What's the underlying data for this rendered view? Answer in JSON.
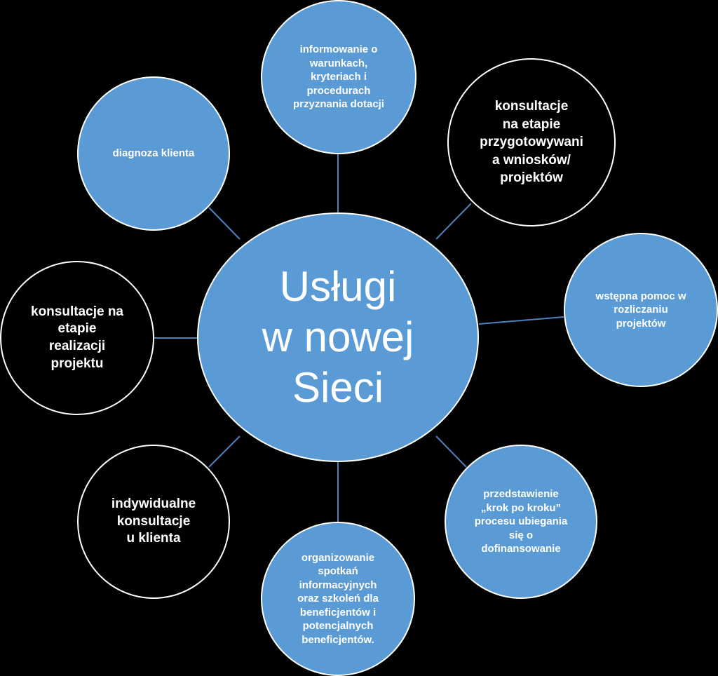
{
  "colors": {
    "background": "#000000",
    "node_blue": "#5b9bd5",
    "node_dark": "#000000",
    "outline": "#ffffff",
    "connector": "#4f81bd"
  },
  "hub": {
    "label": "Usługi\nw nowej\nSieci"
  },
  "nodes": [
    {
      "id": "informowanie",
      "style": "blue",
      "label": "informowanie o\nwarunkach,\nkryteriach i\nprocedurach\nprzyznania dotacji"
    },
    {
      "id": "konsultacje-przygotowanie",
      "style": "dark",
      "label": "konsultacje\nna etapie\nprzygotowywani\na wniosków/\nprojektów"
    },
    {
      "id": "wstepna-pomoc",
      "style": "blue",
      "label": "wstępna pomoc w\nrozliczaniu\nprojektów"
    },
    {
      "id": "krok-po-kroku",
      "style": "blue",
      "label": "przedstawienie\n„krok po kroku”\nprocesu ubiegania\nsię o\ndofinansowanie"
    },
    {
      "id": "organizowanie-spotkan",
      "style": "blue",
      "label": "organizowanie\nspotkań\ninformacyjnych\noraz szkoleń dla\nbeneficjentów i\npotencjalnych\nbeneficjentów."
    },
    {
      "id": "indywidualne-konsultacje",
      "style": "dark",
      "label": "indywidualne\nkonsultacje\nu klienta"
    },
    {
      "id": "konsultacje-realizacja",
      "style": "dark",
      "label": "konsultacje na\netapie\nrealizacji\nprojektu"
    },
    {
      "id": "diagnoza",
      "style": "blue",
      "label": "diagnoza klienta"
    }
  ]
}
